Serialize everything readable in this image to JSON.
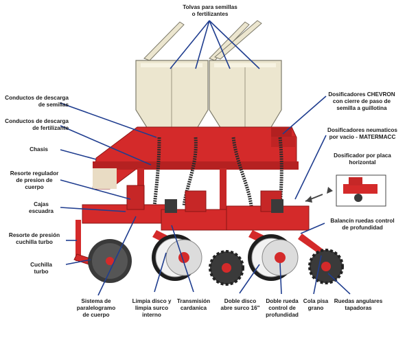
{
  "labels": {
    "tolvas": "Tolvas para semillas\no fertilizantes",
    "conductos_semillas": "Conductos de descarga\nde semillas",
    "conductos_fertilizante": "Conductos de descarga\nde fertilizante",
    "chasis": "Chasis",
    "resorte_regulador": "Resorte regulador\nde presion de\ncuerpo",
    "cajas_escuadra": "Cajas\nescuadra",
    "resorte_cuchilla": "Resorte de presión\ncuchilla turbo",
    "cuchilla_turbo": "Cuchilla\nturbo",
    "sistema_paralelogramo": "Sistema de\nparalelogramo\nde cuerpo",
    "limpia_disco": "Limpia disco y\nlimpia surco\ninterno",
    "transmision": "Transmisión\ncardanica",
    "doble_disco": "Doble disco\nabre surco 16\"",
    "doble_rueda": "Doble rueda\ncontrol de\nprofundidad",
    "cola_pisa": "Cola pisa\ngrano",
    "ruedas_angulares": "Ruedas angulares\ntapadoras",
    "dosificadores_chevron": "Dosificadores CHEVRON\ncon cierre de paso de\nsemilla a guillotina",
    "dosificadores_neumaticos": "Dosificadores neumaticos\npor vacio - MATERMACC",
    "dosificador_placa": "Dosificador por placa\nhorizontal",
    "balancin": "Balancín ruedas control\nde profundidad"
  },
  "colors": {
    "frame_red": "#d42a2a",
    "frame_dark_red": "#a81c1c",
    "hopper": "#ece6cf",
    "hopper_stroke": "#7d7a6a",
    "tube": "#2b2b2b",
    "wheel_white": "#f2f2f2",
    "pointer_blue": "#1f3d8f",
    "tire_dark": "#3a3a3a"
  }
}
